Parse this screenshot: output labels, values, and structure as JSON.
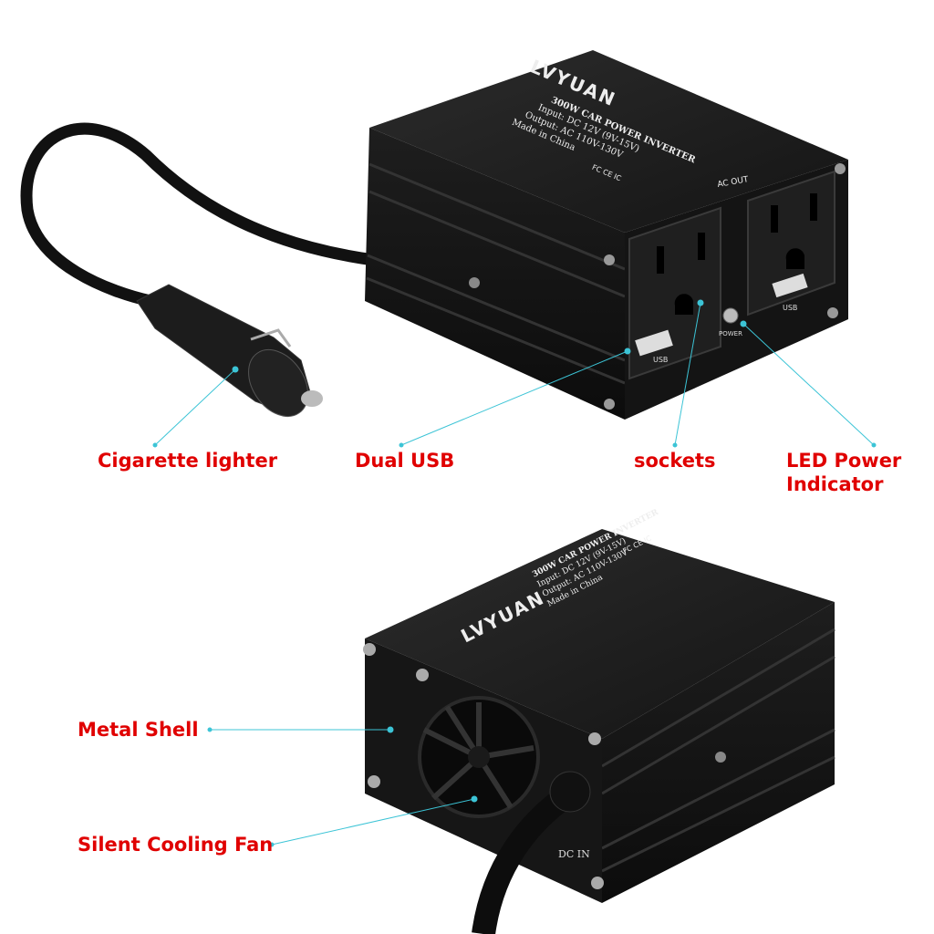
{
  "colors": {
    "label": "#e00000",
    "callout_line": "#3cc4d6",
    "device_body": "#1a1a1a"
  },
  "device": {
    "brand": "LVYUAN",
    "model": "300W CAR POWER INVERTER",
    "input": "Input: DC 12V (9V-15V)",
    "output": "Output: AC 110V-130V",
    "origin": "Made in China",
    "certifications": "FC CE IC",
    "ac_out_label": "AC OUT",
    "usb_label": "USB",
    "power_label": "POWER",
    "dc_in_label": "DC IN"
  },
  "callouts": {
    "cigarette_lighter": "Cigarette lighter",
    "dual_usb": "Dual USB",
    "sockets": "sockets",
    "led_line1": "LED Power",
    "led_line2": "Indicator",
    "metal_shell": "Metal Shell",
    "cooling_fan": "Silent Cooling Fan"
  }
}
